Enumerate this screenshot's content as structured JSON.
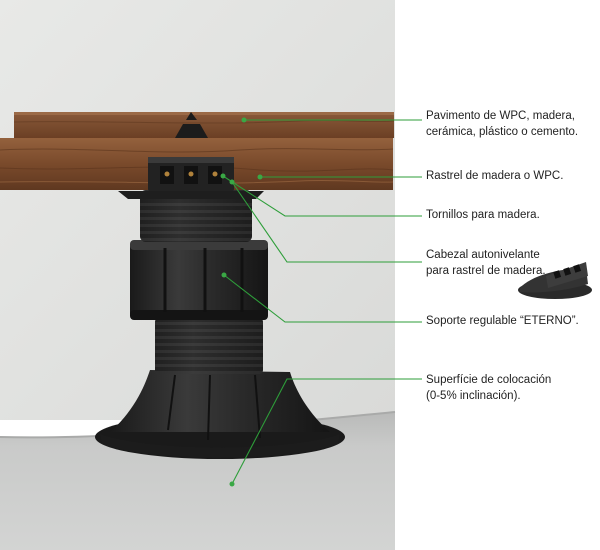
{
  "colors": {
    "leader_line": "#2e9e3a",
    "dot": "#3aa845",
    "wall": "#e4e5e3",
    "floor": "#c8c9c8",
    "wood": "#7b4a2c",
    "pedestal": "#262626",
    "text": "#222222"
  },
  "callouts": [
    {
      "id": "pavimento",
      "lines": [
        "Pavimento de WPC, madera,",
        "cerámica, plástico o cemento."
      ]
    },
    {
      "id": "rastrel",
      "lines": [
        "Rastrel de madera o WPC."
      ]
    },
    {
      "id": "tornillos",
      "lines": [
        "Tornillos para madera."
      ]
    },
    {
      "id": "cabezal",
      "lines": [
        "Cabezal autonivelante",
        "para rastrel de madera."
      ]
    },
    {
      "id": "soporte",
      "lines": [
        "Soporte regulable “ETERNO”."
      ]
    },
    {
      "id": "superficie",
      "lines": [
        "Superfície de colocación",
        "(0-5% inclinación)."
      ]
    }
  ]
}
